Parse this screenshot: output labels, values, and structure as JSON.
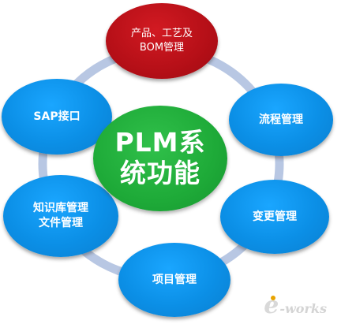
{
  "diagram": {
    "center": {
      "line1": "PLM系",
      "line2": "统功能"
    },
    "nodes": [
      {
        "id": "products",
        "lines": [
          "产品、工艺及",
          "BOM管理"
        ]
      },
      {
        "id": "workflow",
        "lines": [
          "流程管理"
        ]
      },
      {
        "id": "change",
        "lines": [
          "变更管理"
        ]
      },
      {
        "id": "project",
        "lines": [
          "项目管理"
        ]
      },
      {
        "id": "knowledge",
        "lines": [
          "知识库管理",
          "文件管理"
        ]
      },
      {
        "id": "sap",
        "lines": [
          "SAP接口"
        ]
      }
    ]
  },
  "colors": {
    "ring": "#b8c7e3",
    "node_blue": "#0b8fe6",
    "node_red": "#b50f17",
    "center_green": "#1eaa38",
    "text": "#ffffff"
  },
  "watermark": {
    "e": "e",
    "rest": "-works"
  }
}
